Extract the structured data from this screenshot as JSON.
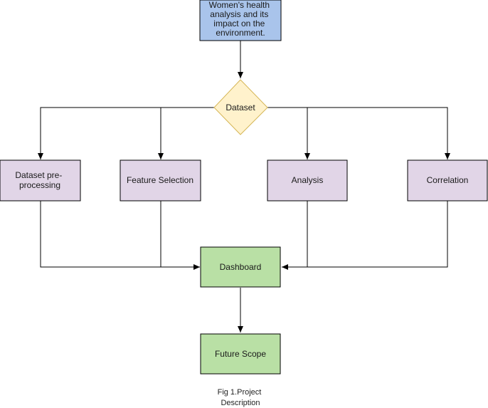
{
  "nodes": {
    "root": {
      "lines": [
        "Women's health",
        "analysis and its",
        "impact on the",
        "environment."
      ],
      "fill": "#a9c4eb",
      "stroke": "#000000"
    },
    "dataset": {
      "lines": [
        "Dataset"
      ],
      "fill": "#fff2cc",
      "stroke": "#d6b656"
    },
    "preprocessing": {
      "lines": [
        "Dataset pre-",
        "processing"
      ],
      "fill": "#e1d5e7",
      "stroke": "#000000"
    },
    "feature_selection": {
      "lines": [
        "Feature Selection"
      ],
      "fill": "#e1d5e7",
      "stroke": "#000000"
    },
    "analysis": {
      "lines": [
        "Analysis"
      ],
      "fill": "#e1d5e7",
      "stroke": "#000000"
    },
    "correlation": {
      "lines": [
        "Correlation"
      ],
      "fill": "#e1d5e7",
      "stroke": "#000000"
    },
    "dashboard": {
      "lines": [
        "Dashboard"
      ],
      "fill": "#b9e0a5",
      "stroke": "#000000"
    },
    "future_scope": {
      "lines": [
        "Future Scope"
      ],
      "fill": "#b9e0a5",
      "stroke": "#000000"
    }
  },
  "caption": {
    "line1": "Fig 1.Project",
    "line2": "Description"
  }
}
